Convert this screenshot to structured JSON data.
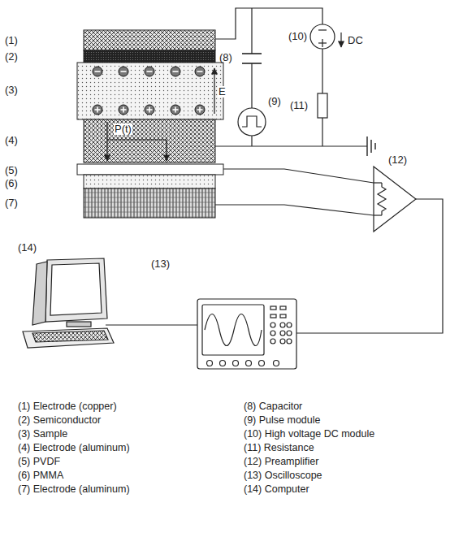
{
  "diagram": {
    "labels": [
      "(1)",
      "(2)",
      "(3)",
      "(4)",
      "(5)",
      "(6)",
      "(7)",
      "E",
      "P(t)",
      "(8)",
      "(10)",
      "DC",
      "(9)",
      "(11)",
      "(12)",
      "(14)",
      "(13)",
      "(1) Electrode (copper)",
      "(2) Semiconductor",
      "(3) Sample",
      "(4) Electrode (aluminum)",
      "(5) PVDF",
      "(6) PMMA",
      "(7) Electrode (aluminum)",
      "(8) Capacitor",
      "(9) Pulse module",
      "(10) High voltage DC module",
      "(11) Resistance",
      "(12) Preamplifier",
      "(13) Oscilloscope",
      "(14) Computer"
    ]
  }
}
